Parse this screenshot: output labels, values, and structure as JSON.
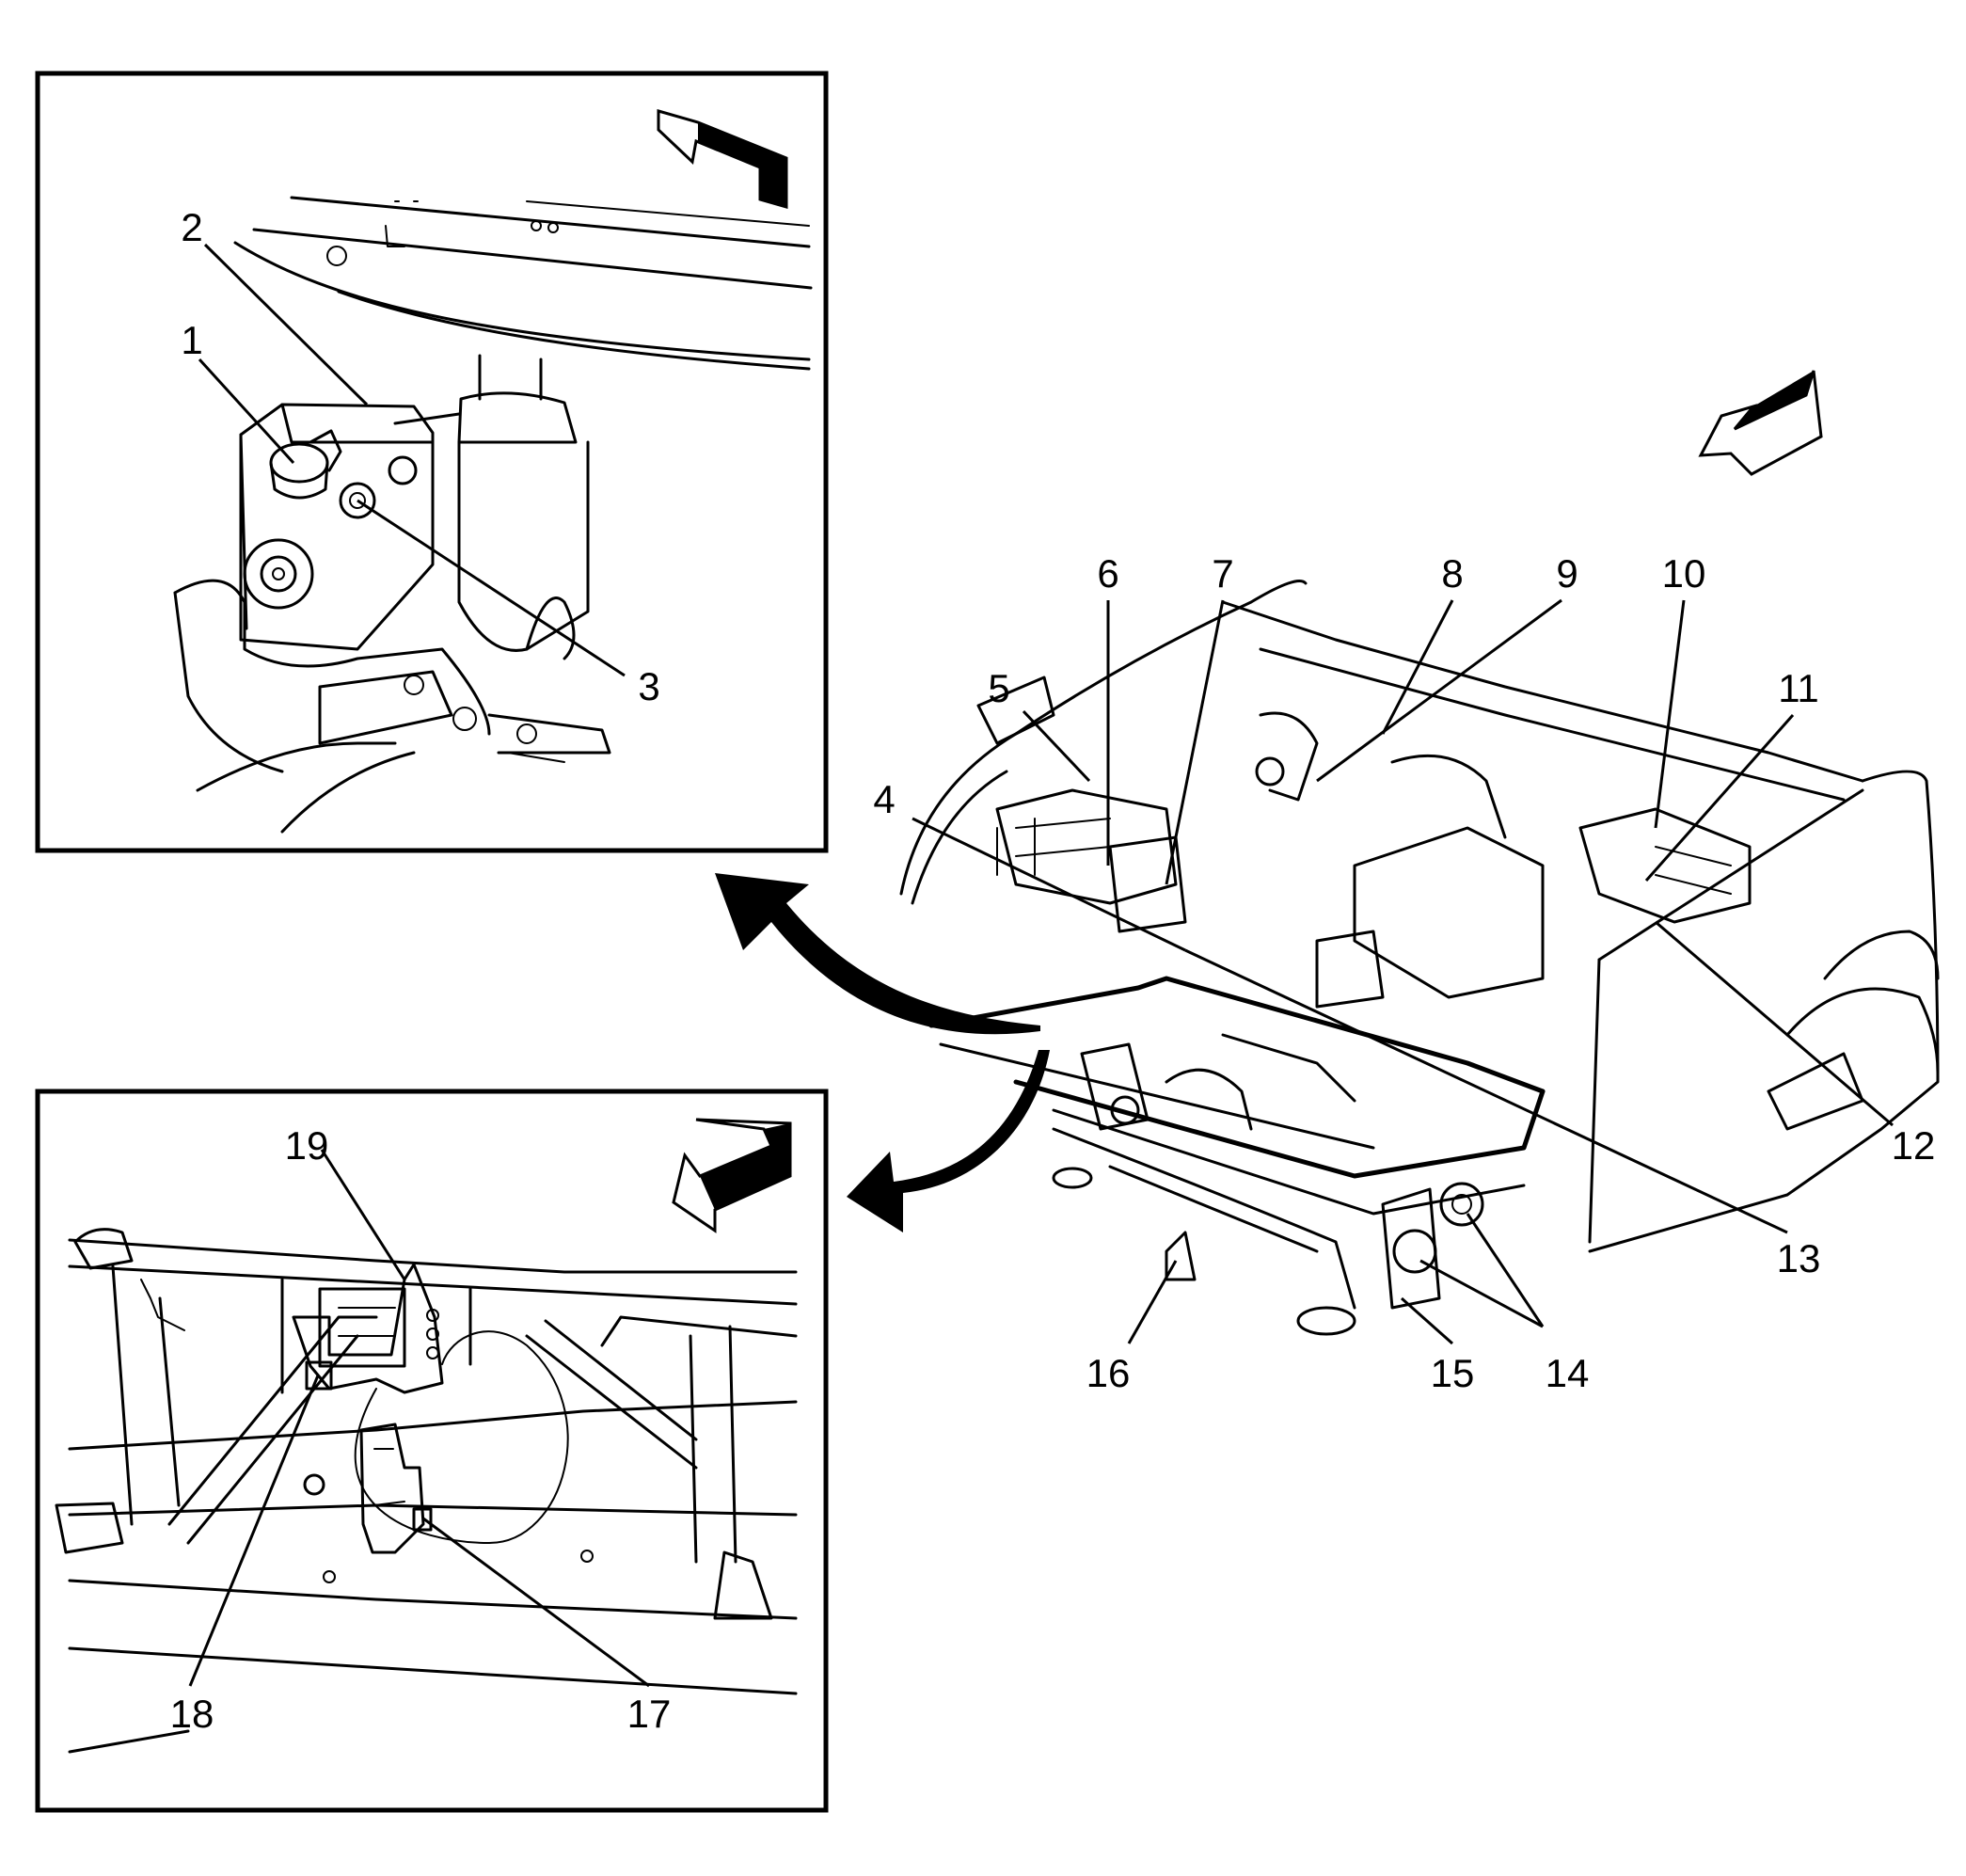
{
  "diagram": {
    "callouts": [
      "1",
      "2",
      "3",
      "4",
      "5",
      "6",
      "7",
      "8",
      "9",
      "10",
      "11",
      "12",
      "13",
      "14",
      "15",
      "16",
      "17",
      "18",
      "19"
    ]
  },
  "colors": {
    "ink": "#000000",
    "paper": "#ffffff"
  },
  "icons": [
    "direction-arrow-icon",
    "detail-pointer-arrow-icon"
  ]
}
